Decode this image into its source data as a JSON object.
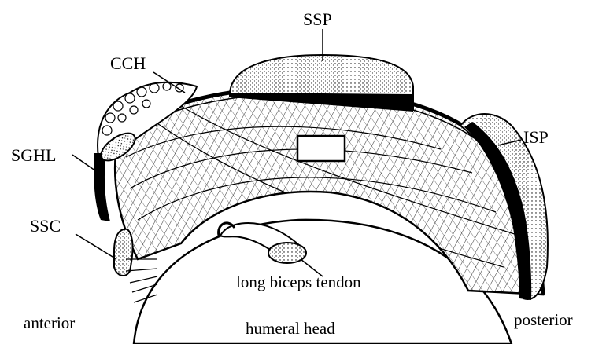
{
  "labels": {
    "ssp": "SSP",
    "cch": "CCH",
    "isp": "ISP",
    "sghl": "SGHL",
    "ssc": "SSC",
    "long_biceps_tendon": "long biceps tendon",
    "anterior": "anterior",
    "humeral_head": "humeral head",
    "posterior": "posterior"
  },
  "colors": {
    "ink": "#000000",
    "paper": "#ffffff",
    "stipple": "#dcdcdc"
  }
}
